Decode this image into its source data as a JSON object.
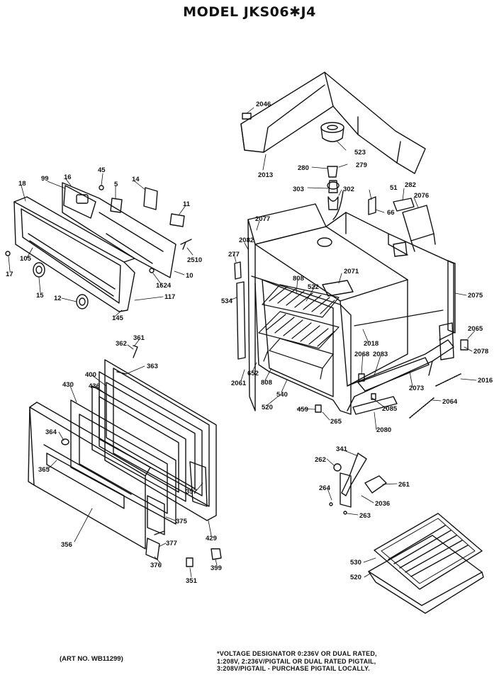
{
  "title": "MODEL JKS06✱J4",
  "art_no": "(ART NO. WB11299)",
  "voltage_note": [
    "*VOLTAGE DESIGNATOR 0:236V OR DUAL RATED,",
    "1:208V, 2:236V/PIGTAIL OR DUAL RATED PIGTAIL,",
    "3:208V/PIGTAIL - PURCHASE PIGTAIL LOCALLY."
  ],
  "part_labels": {
    "p2046": "2046",
    "p523": "523",
    "p2013": "2013",
    "p280": "280",
    "p279": "279",
    "p303": "303",
    "p302": "302",
    "p51": "51",
    "p282": "282",
    "p2076": "2076",
    "p66": "66",
    "p2077": "2077",
    "p2082": "2082",
    "p277": "277",
    "p808a": "808",
    "p522": "522",
    "p2071": "2071",
    "p534": "534",
    "p2075": "2075",
    "p2018": "2018",
    "p2065": "2065",
    "p2078": "2078",
    "p2068": "2068",
    "p2083": "2083",
    "p2016": "2016",
    "p2061": "2061",
    "p652": "652",
    "p808b": "808",
    "p540": "540",
    "p520a": "520",
    "p459": "459",
    "p2073": "2073",
    "p2085": "2085",
    "p2064": "2064",
    "p265": "265",
    "p2080": "2080",
    "p18": "18",
    "p99": "99",
    "p16": "16",
    "p45": "45",
    "p14": "14",
    "p5": "5",
    "p11": "11",
    "p2510": "2510",
    "p10": "10",
    "p1624": "1624",
    "p117": "117",
    "p105": "105",
    "p17": "17",
    "p15": "15",
    "p12": "12",
    "p145": "145",
    "p362": "362",
    "p361": "361",
    "p363": "363",
    "p400": "400",
    "p436": "436",
    "p430": "430",
    "p364": "364",
    "p365": "365",
    "p357": "357",
    "p375": "375",
    "p429": "429",
    "p377": "377",
    "p356": "356",
    "p376": "376",
    "p351": "351",
    "p399": "399",
    "p341": "341",
    "p262": "262",
    "p261": "261",
    "p264": "264",
    "p2036": "2036",
    "p263": "263",
    "p530": "530",
    "p520b": "520"
  }
}
